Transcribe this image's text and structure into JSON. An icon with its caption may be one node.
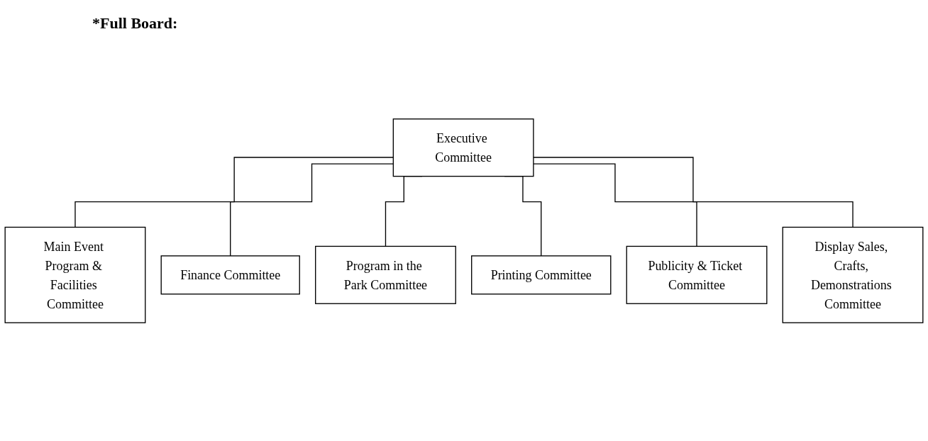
{
  "diagram": {
    "nodes": [
      {
        "text": [
          "Executive Committee"
        ]
      },
      {
        "text": [
          "Main Event Program & Facilities Committee"
        ]
      },
      {
        "text": [
          "Finance Committee"
        ]
      },
      {
        "text": [
          "Program in the Park Committee"
        ]
      },
      {
        "text": [
          "Printing Committee"
        ]
      },
      {
        "text": [
          "Publicity & Ticket Committee"
        ]
      },
      {
        "text": [
          "Display Sales, Crafts, Demonstrations Committee"
        ]
      }
    ],
    "edges": [
      {
        "from": 0,
        "to": 1,
        "arrow": "none"
      },
      {
        "from": 0,
        "to": 2,
        "arrow": "none"
      },
      {
        "from": 0,
        "to": 3,
        "arrow": "none"
      },
      {
        "from": 0,
        "to": 4,
        "arrow": "none"
      },
      {
        "from": 0,
        "to": 5,
        "arrow": "none"
      },
      {
        "from": 0,
        "to": 6,
        "arrow": "none"
      }
    ],
    "labels": [
      "*Full Board:"
    ]
  }
}
